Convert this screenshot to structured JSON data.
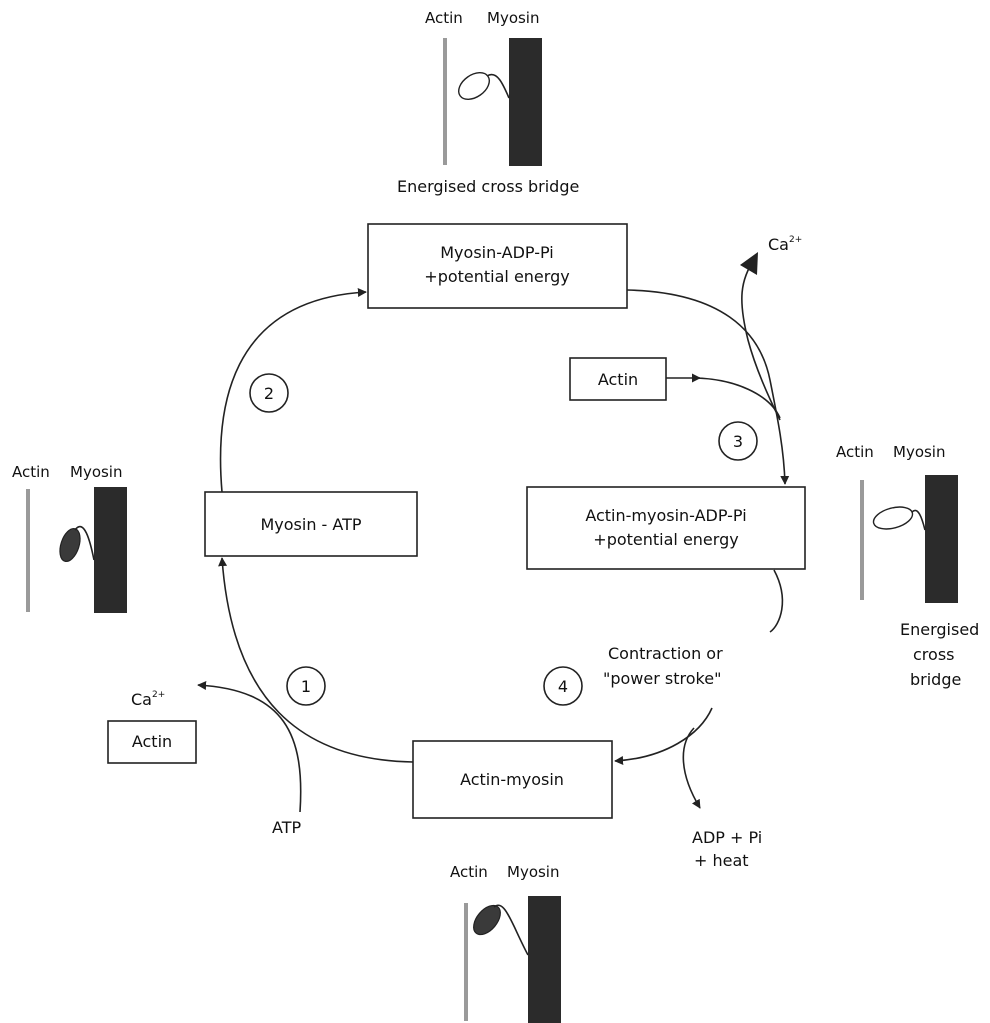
{
  "steps": [
    "1",
    "2",
    "3",
    "4"
  ],
  "boxes": {
    "myosin_adp_pi": [
      "Myosin-ADP-Pi",
      "+potential energy"
    ],
    "actin_myosin_adp_pi": [
      "Actin-myosin-ADP-Pi",
      "+potential energy"
    ],
    "myosin_atp": "Myosin - ATP",
    "actin_myosin": "Actin-myosin",
    "actin_input": "Actin",
    "actin_output": "Actin"
  },
  "inputs": {
    "calcium_in": "Ca",
    "calcium_in_sup": "2+",
    "atp": "ATP"
  },
  "outputs": {
    "calcium_out": "Ca",
    "calcium_out_sup": "2+",
    "products": [
      "ADP + Pi",
      "+ heat"
    ]
  },
  "contraction_label": [
    "Contraction or",
    "\"power stroke\""
  ],
  "filament_labels": {
    "actin": "Actin",
    "myosin": "Myosin"
  },
  "cross_bridge_top": "Energised cross bridge",
  "cross_bridge_right": [
    "Energised",
    "cross",
    "bridge"
  ]
}
